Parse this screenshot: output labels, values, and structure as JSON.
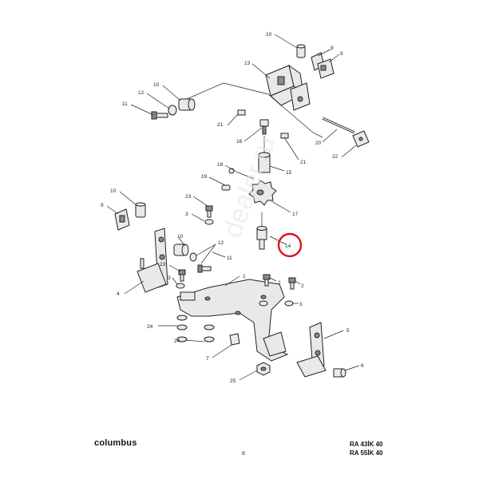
{
  "diagram": {
    "highlight_color": "#e0101c",
    "highlighted_part": "14",
    "callouts": {
      "c10a": "10",
      "c9a": "9",
      "c9b": "9",
      "c13": "13",
      "c10b": "10",
      "c12a": "12",
      "c11a": "11",
      "c21a": "21",
      "c16": "16",
      "c21b": "21",
      "c20": "20",
      "c22": "22",
      "c18": "18",
      "c19": "19",
      "c15": "15",
      "c17": "17",
      "c10c": "10",
      "c9c": "9",
      "c23": "23",
      "c3a": "3",
      "c14": "14",
      "c10d": "10",
      "c12b": "12",
      "c11b": "11",
      "c23b": "23",
      "c3b": "3",
      "c1": "1",
      "c4": "4",
      "c2": "2",
      "c3c": "3",
      "c24a": "24",
      "c24b": "24",
      "c5": "5",
      "c7": "7",
      "c25": "25",
      "c6": "6"
    }
  },
  "footer": {
    "brand": "columbus",
    "page_number": "8",
    "model_line1": "RA 43İK 40",
    "model_line2": "RA 55İK 40"
  }
}
